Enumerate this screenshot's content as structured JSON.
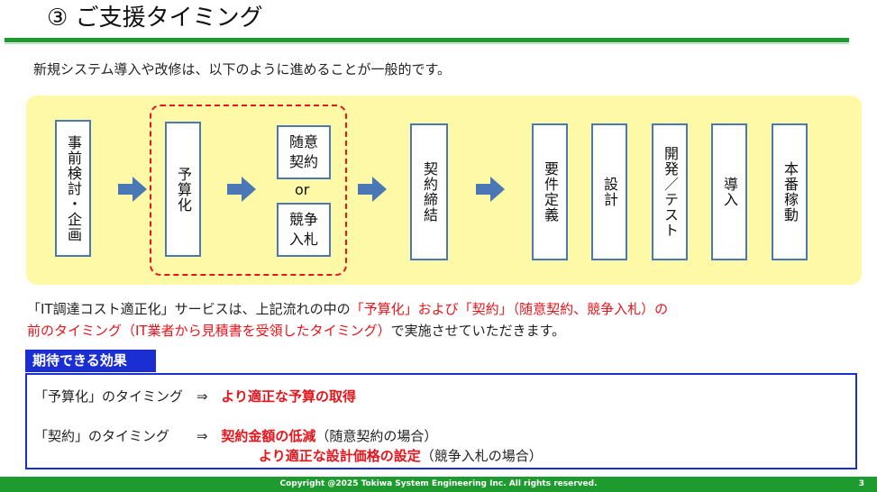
{
  "title": "③ ご支援タイミング",
  "intro": "新規システム導入や改修は、以下のように進めることが一般的です。",
  "flow": {
    "step_planning": "事前検討・企画",
    "step_budget": "予算化",
    "option_negotiated": "随意\n契約",
    "or_label": "or",
    "option_bid": "競争\n入札",
    "step_contract": "契約締結",
    "step_requirements": "要件定義",
    "step_design": "設計",
    "step_dev_test": "開発／テスト",
    "step_introduction": "導入",
    "step_production": "本番稼動"
  },
  "description": {
    "line1_a": "「IT調達コスト適正化」サービスは、上記流れの中の",
    "line1_b": "「予算化」および「契約」（随意契約、競争入札）の",
    "line2_a": "前のタイミング（IT業者から見積書を受領したタイミング）",
    "line2_b": "で実施させていただきます。"
  },
  "effects": {
    "label": "期待できる効果",
    "row1_timing": "「予算化」のタイミング　⇒",
    "row1_effect": "より適正な予算の取得",
    "row2_timing": "「契約」のタイミング　　⇒",
    "row2_effect_a": "契約金額の低減",
    "row2_note_a": "（随意契約の場合）",
    "row2_effect_b": "より適正な設計価格の設定",
    "row2_note_b": "（競争入札の場合）"
  },
  "footer": {
    "copyright": "Copyright @2025 Tokiwa System Engineering Inc. All rights reserved.",
    "page_number": "3"
  },
  "colors": {
    "accent_green": "#1e9b2e",
    "panel_yellow": "#fdf9a7",
    "box_border_blue": "#4a78b7",
    "highlight_red": "#e8141b",
    "effect_blue": "#1b2ed2"
  }
}
